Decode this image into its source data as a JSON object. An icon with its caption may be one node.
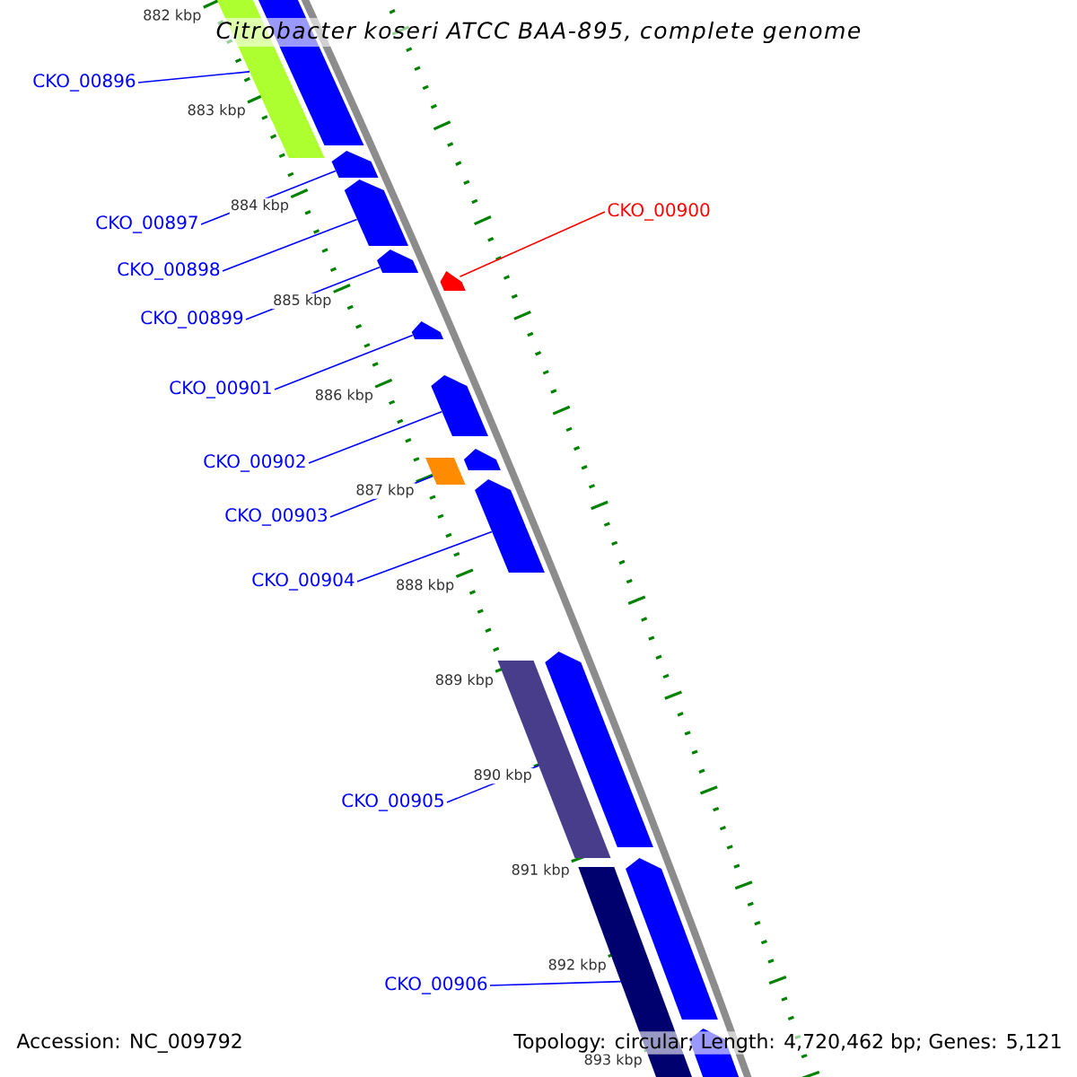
{
  "diagram": {
    "title": "Citrobacter koseri ATCC BAA-895, complete genome",
    "nodes": [
      {
        "text": [
          "CKO_00896"
        ]
      },
      {
        "text": [
          "CKO_00900"
        ]
      },
      {
        "text": [
          "CKO_00897"
        ]
      },
      {
        "text": [
          "CKO_00898"
        ]
      },
      {
        "text": [
          "CKO_00899"
        ]
      },
      {
        "text": [
          "CKO_00901"
        ]
      },
      {
        "text": [
          "CKO_00902"
        ]
      },
      {
        "text": [
          "CKO_00903"
        ]
      },
      {
        "text": [
          "CKO_00904"
        ]
      },
      {
        "text": [
          "CKO_00905"
        ]
      },
      {
        "text": [
          "CKO_00906"
        ]
      },
      {
        "text": [],
        "shape": "bar"
      },
      {
        "text": [],
        "shape": "pentagon"
      },
      {
        "text": [],
        "shape": "pentagon"
      },
      {
        "text": [],
        "shape": "pentagon"
      },
      {
        "text": [],
        "shape": "pentagon"
      },
      {
        "text": [],
        "shape": "pentagon"
      },
      {
        "text": [],
        "shape": "pentagon"
      },
      {
        "text": [],
        "shape": "pentagon"
      },
      {
        "text": [],
        "shape": "pentagon"
      },
      {
        "text": [],
        "shape": "bar"
      },
      {
        "text": [],
        "shape": "pentagon"
      },
      {
        "text": [],
        "shape": "pentagon"
      },
      {
        "text": [],
        "shape": "bar"
      },
      {
        "text": [],
        "shape": "pentagon"
      },
      {
        "text": [],
        "shape": "bar"
      },
      {
        "text": [],
        "shape": "pentagon"
      }
    ],
    "edges": [
      {
        "from": 0,
        "to": 11,
        "arrow": "none"
      },
      {
        "from": 1,
        "to": 16,
        "arrow": "none",
        "color": "#ff0000"
      },
      {
        "from": 2,
        "to": 13,
        "arrow": "none"
      },
      {
        "from": 3,
        "to": 14,
        "arrow": "none"
      },
      {
        "from": 4,
        "to": 15,
        "arrow": "none"
      },
      {
        "from": 5,
        "to": 17,
        "arrow": "none"
      },
      {
        "from": 6,
        "to": 18,
        "arrow": "none"
      },
      {
        "from": 7,
        "to": 20,
        "arrow": "none"
      },
      {
        "from": 8,
        "to": 21,
        "arrow": "none"
      },
      {
        "from": 9,
        "to": 23,
        "arrow": "none"
      },
      {
        "from": 10,
        "to": 25,
        "arrow": "none"
      }
    ],
    "labels": [
      "882 kbp",
      "883 kbp",
      "884 kbp",
      "885 kbp",
      "886 kbp",
      "887 kbp",
      "888 kbp",
      "889 kbp",
      "890 kbp",
      "891 kbp",
      "892 kbp",
      "893 kbp",
      "Accession: NC_009792",
      "Topology: circular; Length: 4,720,462 bp; Genes: 5,121"
    ]
  }
}
